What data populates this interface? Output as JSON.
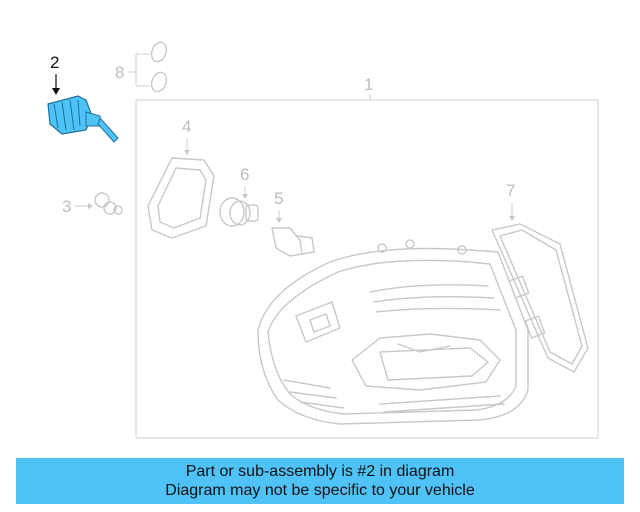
{
  "callouts": {
    "c1": "1",
    "c2": "2",
    "c3": "3",
    "c4": "4",
    "c5": "5",
    "c6": "6",
    "c7": "7",
    "c8": "8"
  },
  "highlighted_part": "2",
  "banner": {
    "line1": "Part or sub-assembly is #2 in diagram",
    "line2": "Diagram may not be specific to your vehicle"
  },
  "colors": {
    "highlight": "#4fc3f7",
    "banner": "#4fc3f7",
    "line_art": "#c8c8c8"
  }
}
